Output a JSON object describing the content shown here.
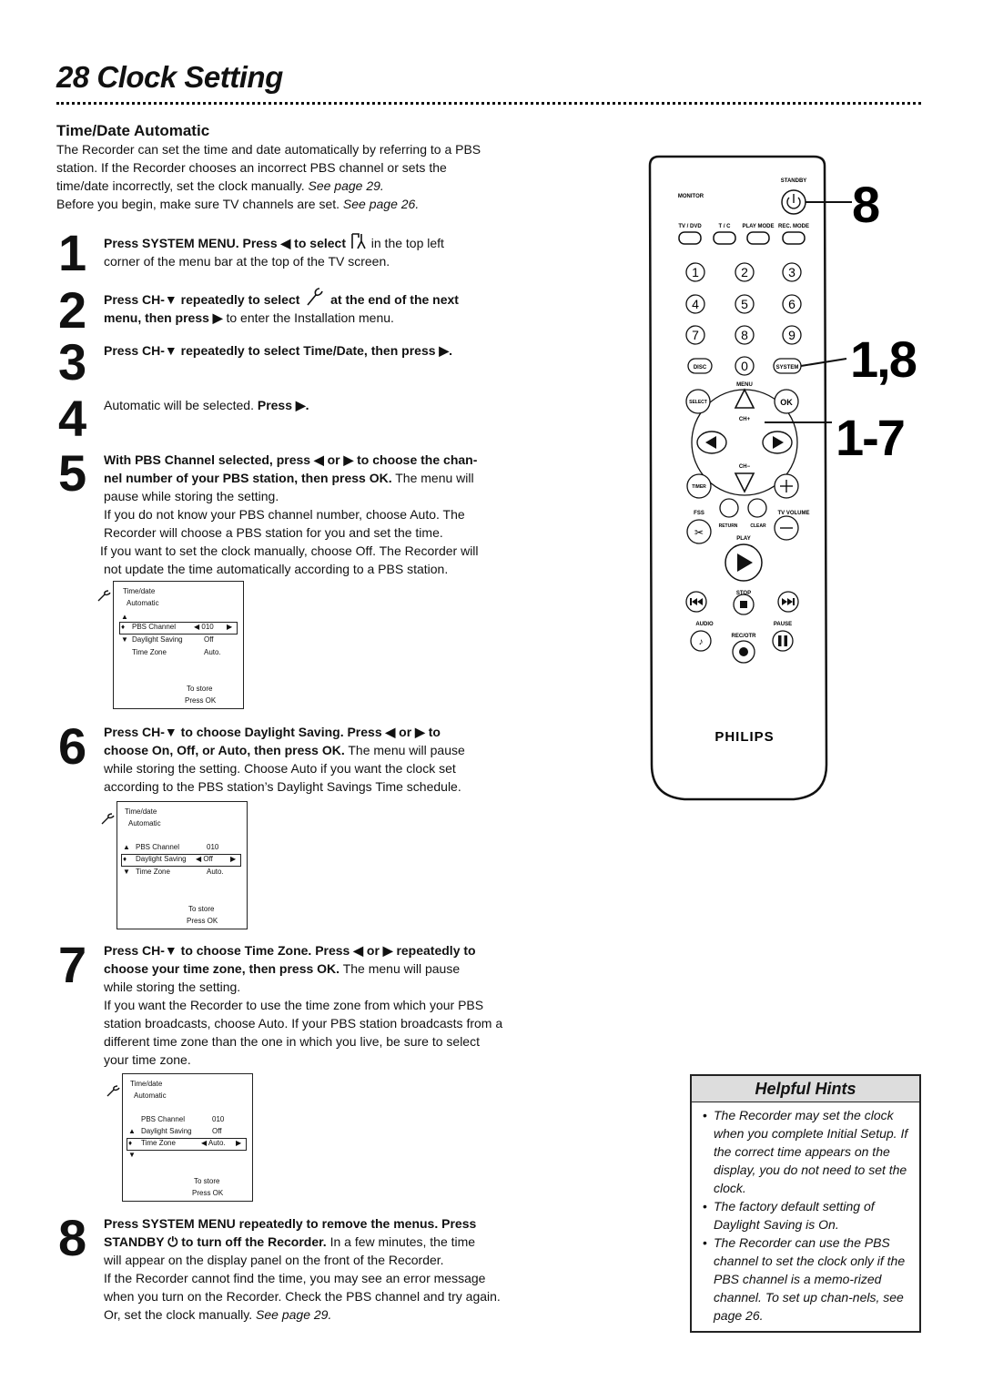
{
  "page": {
    "title": "28 Clock Setting",
    "section_heading": "Time/Date Automatic",
    "intro_1": "The Recorder can set the time and date automatically by referring to a PBS",
    "intro_2": "station. If the Recorder chooses an incorrect PBS channel or sets the",
    "intro_3a": "time/date incorrectly, set the clock manually.",
    "intro_3b": "See page 29.",
    "intro_4a": "Before you begin, make sure TV channels are set.",
    "intro_4b": "See page 26."
  },
  "steps": [
    {
      "num": "1",
      "bold_a": "Press SYSTEM MENU. Press ◀ to select",
      "rest_a": "in the top left",
      "line2": "corner of the menu bar at the top of the TV screen."
    },
    {
      "num": "2",
      "bold_a": "Press CH-▼ repeatedly to select",
      "bold_b": "at the end of the next",
      "bold_c": "menu, then press ▶",
      "rest_c": "to enter the Installation menu."
    },
    {
      "num": "3",
      "bold_a": "Press CH-▼ repeatedly to select Time/Date, then press ▶."
    },
    {
      "num": "4",
      "rest_a": "Automatic will be selected.",
      "bold_a": "Press ▶."
    },
    {
      "num": "5",
      "bold_a": "With PBS Channel selected, press ◀ or ▶ to choose the chan-",
      "bold_b": "nel number of your PBS station, then press OK.",
      "rest_b": "The menu will",
      "line3": "pause while storing the setting.",
      "line4": "If you do not know your PBS channel number, choose Auto. The",
      "line5": "Recorder will choose a PBS station for you and set the time.",
      "line6": "If you want to set the clock manually, choose Off. The Recorder will",
      "line7": "not update the time automatically according to a PBS station."
    },
    {
      "num": "6",
      "bold_a": "Press CH-▼ to choose Daylight Saving. Press ◀ or ▶ to",
      "bold_b": "choose On, Off, or Auto, then press OK.",
      "rest_b": "The menu will pause",
      "line3": "while storing the setting. Choose Auto if you want the clock set",
      "line4": "according to the PBS station’s Daylight Savings Time schedule."
    },
    {
      "num": "7",
      "bold_a": "Press CH-▼ to choose Time Zone. Press ◀ or ▶ repeatedly to",
      "bold_b": "choose your time zone, then press OK.",
      "rest_b": "The menu will pause",
      "line3": "while storing the setting.",
      "line4": "If you want the Recorder to use the time zone from which your PBS",
      "line5": "station broadcasts, choose Auto. If your PBS station broadcasts from a",
      "line6": "different time zone than the one in which you live, be sure to select",
      "line7": "your time zone."
    },
    {
      "num": "8",
      "bold_a": "Press SYSTEM MENU repeatedly to remove the menus. Press",
      "bold_b": "STANDBY ⏻ to turn off the Recorder.",
      "rest_b": "In a few minutes, the time",
      "line3": "will appear on the display panel on the front of the Recorder.",
      "line4": "If the Recorder cannot find the time, you may see an error message",
      "line5": "when you turn on the Recorder. Check the PBS channel and try again.",
      "line6a": "Or, set the clock manually.",
      "line6b": "See page 29."
    }
  ],
  "menus": [
    {
      "header": "Time/date",
      "sub": "Automatic",
      "rows": [
        {
          "marker": "▲",
          "label": "",
          "value": ""
        },
        {
          "marker": "♦",
          "label": "PBS Channel",
          "value": "◀ 010",
          "arrow": "▶",
          "boxed": true
        },
        {
          "marker": "▼",
          "label": "Daylight Saving",
          "value": "Off"
        },
        {
          "marker": "",
          "label": "Time Zone",
          "value": "Auto."
        }
      ],
      "store": "To store",
      "press": "Press OK"
    },
    {
      "header": "Time/date",
      "sub": "Automatic",
      "rows": [
        {
          "marker": "▲",
          "label": "PBS Channel",
          "value": "010"
        },
        {
          "marker": "♦",
          "label": "Daylight Saving",
          "value": "◀ Off",
          "arrow": "▶",
          "boxed": true
        },
        {
          "marker": "▼",
          "label": "Time Zone",
          "value": "Auto."
        }
      ],
      "store": "To store",
      "press": "Press OK"
    },
    {
      "header": "Time/date",
      "sub": "Automatic",
      "rows": [
        {
          "marker": "",
          "label": "PBS Channel",
          "value": "010"
        },
        {
          "marker": "▲",
          "label": "Daylight Saving",
          "value": "Off"
        },
        {
          "marker": "♦",
          "label": "Time Zone",
          "value": "◀ Auto.",
          "arrow": "▶",
          "boxed": true
        },
        {
          "marker": "▼",
          "label": "",
          "value": ""
        }
      ],
      "store": "To store",
      "press": "Press OK"
    }
  ],
  "remote": {
    "labels": {
      "standby": "STANDBY",
      "monitor": "MONITOR",
      "tvdvd": "TV / DVD",
      "tc": "T / C",
      "playmode": "PLAY MODE",
      "recmode": "REC. MODE",
      "disc": "DISC",
      "system": "SYSTEM",
      "menu": "MENU",
      "select": "SELECT",
      "ok": "OK",
      "chplus": "CH+",
      "chminus": "CH−",
      "timer": "TIMER",
      "fss": "FSS",
      "tvvolume": "TV VOLUME",
      "return": "RETURN",
      "clear": "CLEAR",
      "play": "PLAY",
      "stop": "STOP",
      "audio": "AUDIO",
      "pause": "PAUSE",
      "recotr": "REC/OTR",
      "brand": "PHILIPS"
    },
    "digits": [
      "1",
      "2",
      "3",
      "4",
      "5",
      "6",
      "7",
      "8",
      "9",
      "0"
    ],
    "callouts": {
      "c1": "8",
      "c2": "1,8",
      "c3": "1-7"
    }
  },
  "hints": {
    "title": "Helpful Hints",
    "items": [
      "The Recorder may set the clock when you complete Initial Setup. If the correct time appears on the display, you do not need to set the clock.",
      "The factory default setting of Daylight Saving is On.",
      "The Recorder can use the PBS channel to set the clock only if the PBS channel is a memo-rized channel. To set up chan-nels, see page 26."
    ]
  }
}
